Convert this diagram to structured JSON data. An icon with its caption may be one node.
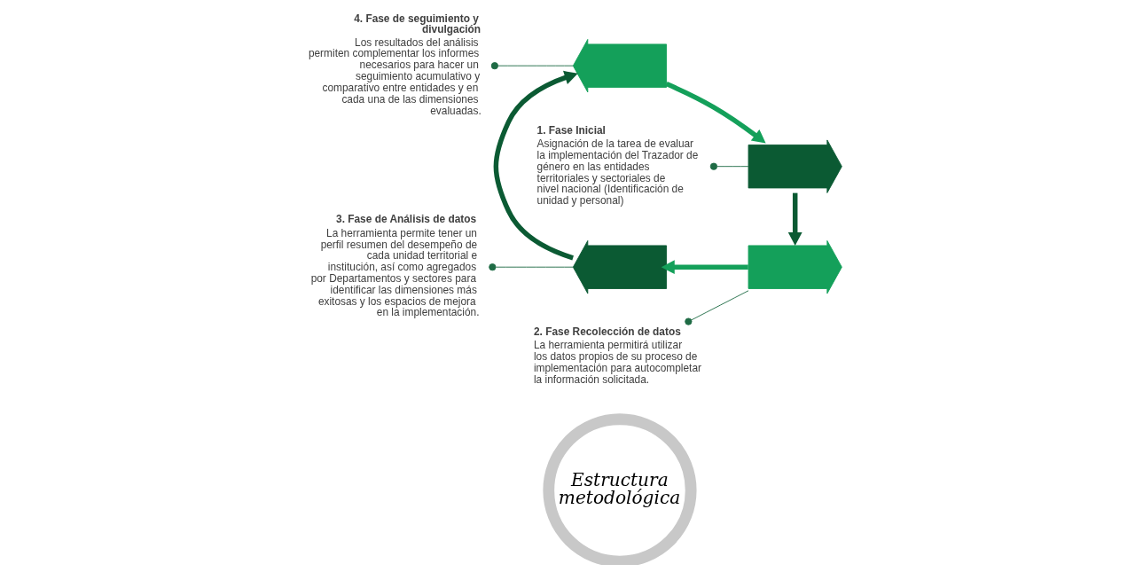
{
  "diagram": {
    "nodes": [
      {
        "text": [
          "Estructura metodológica"
        ]
      },
      {
        "text": [],
        "shape": "arrow"
      },
      {
        "text": [],
        "shape": "arrow"
      },
      {
        "text": [],
        "shape": "arrow"
      },
      {
        "text": [],
        "shape": "arrow"
      },
      {
        "text": [
          "1. Fase Inicial",
          "Asignación de la tarea de evaluar la implementación del Trazador de género en las entidades territoriales y sectoriales de nivel nacional (Identificación de unidad y personal)"
        ]
      },
      {
        "text": [
          "2. Fase Recolección de datos",
          "La herramienta permitirá utilizar los datos propios de su proceso de implementación para autocompletar la información solicitada."
        ]
      },
      {
        "text": [
          "3. Fase de Análisis de datos",
          "La herramienta permite tener un perfil resumen del desempeño de cada unidad territorial e institución, así como agregados por Departamentos y sectores para identificar las dimensiones más exitosas y los espacios de mejora en la implementación."
        ]
      },
      {
        "text": [
          "4. Fase de seguimiento y divulgación",
          "Los resultados del análisis permiten complementar los informes necesarios para hacer un seguimiento acumulativo y comparativo entre entidades y en cada una de las dimensiones evaluadas."
        ]
      }
    ],
    "edges": [
      {
        "from": 5,
        "to": 1,
        "arrow": "other"
      },
      {
        "from": 6,
        "to": 2,
        "arrow": "other"
      },
      {
        "from": 7,
        "to": 3,
        "arrow": "other"
      },
      {
        "from": 8,
        "to": 4,
        "arrow": "other"
      },
      {
        "from": 4,
        "to": 1,
        "arrow": "to",
        "color": "#14a05a",
        "style": "thick"
      },
      {
        "from": 1,
        "to": 2,
        "arrow": "to",
        "color": "#0b5a33",
        "style": "thick"
      },
      {
        "from": 2,
        "to": 3,
        "arrow": "to",
        "color": "#14a05a",
        "style": "thick"
      },
      {
        "from": 3,
        "to": 4,
        "arrow": "to",
        "color": "#0b5a33",
        "style": "thick"
      }
    ]
  }
}
